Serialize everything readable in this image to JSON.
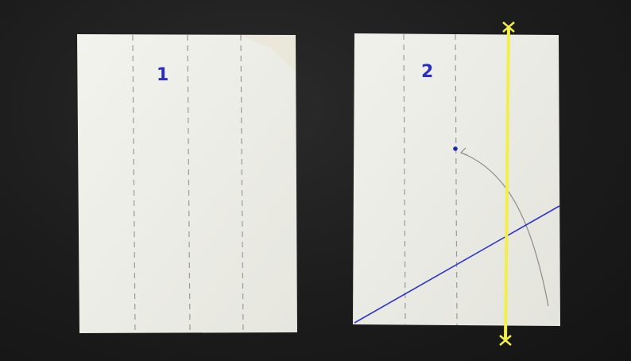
{
  "sheets": [
    {
      "label": "1",
      "fold_lines": 3,
      "annotations": []
    },
    {
      "label": "2",
      "fold_lines": 2,
      "annotations": [
        "diagonal-fold-line",
        "vertical-reference-line",
        "fold-arrow",
        "reference-point"
      ]
    }
  ],
  "colors": {
    "background": "#1c1c1c",
    "paper": "#efefe9",
    "fold_dash": "#9a9a9a",
    "label": "#2a2fc4",
    "diagonal_line": "#2e35c8",
    "vertical_line": "#f2ee4a",
    "arrow": "#8a8a8a"
  }
}
